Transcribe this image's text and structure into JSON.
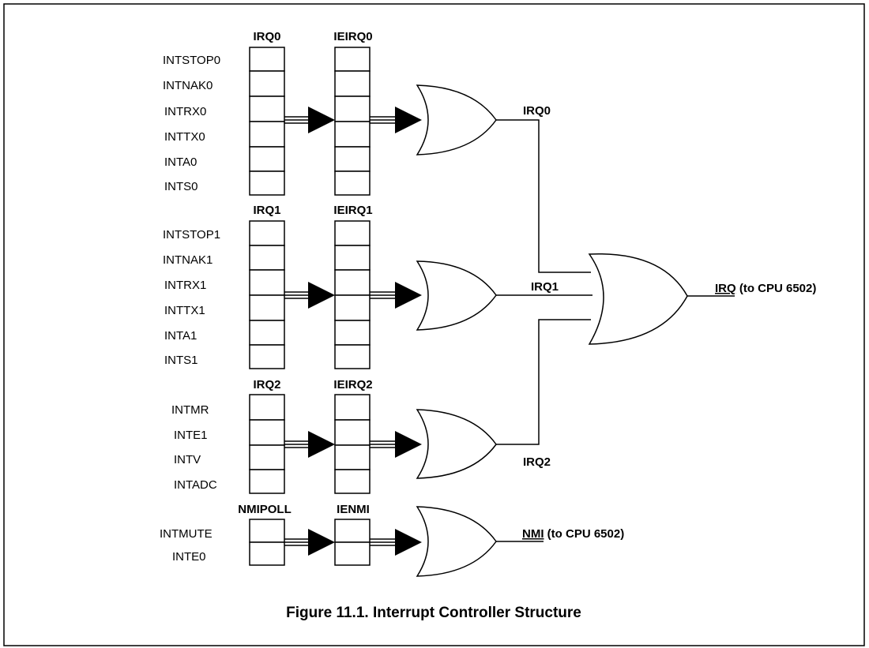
{
  "groups": [
    {
      "id": "irq0",
      "status_reg": "IRQ0",
      "enable_reg": "IEIRQ0",
      "signals": [
        "INTSTOP0",
        "INTNAK0",
        "INTRX0",
        "INTTX0",
        "INTA0",
        "INTS0"
      ],
      "output": "IRQ0"
    },
    {
      "id": "irq1",
      "status_reg": "IRQ1",
      "enable_reg": "IEIRQ1",
      "signals": [
        "INTSTOP1",
        "INTNAK1",
        "INTRX1",
        "INTTX1",
        "INTA1",
        "INTS1"
      ],
      "output": "IRQ1"
    },
    {
      "id": "irq2",
      "status_reg": "IRQ2",
      "enable_reg": "IEIRQ2",
      "signals": [
        "INTMR",
        "INTE1",
        "INTV",
        "INTADC"
      ],
      "output": "IRQ2"
    },
    {
      "id": "nmi",
      "status_reg": "NMIPOLL",
      "enable_reg": "IENMI",
      "signals": [
        "INTMUTE",
        "INTE0"
      ],
      "output_signal": "NMI",
      "output_suffix": " (to CPU 6502)"
    }
  ],
  "final_output": {
    "signal": "IRQ",
    "suffix": " (to CPU 6502)"
  },
  "caption": "Figure 11.1.  Interrupt Controller Structure"
}
